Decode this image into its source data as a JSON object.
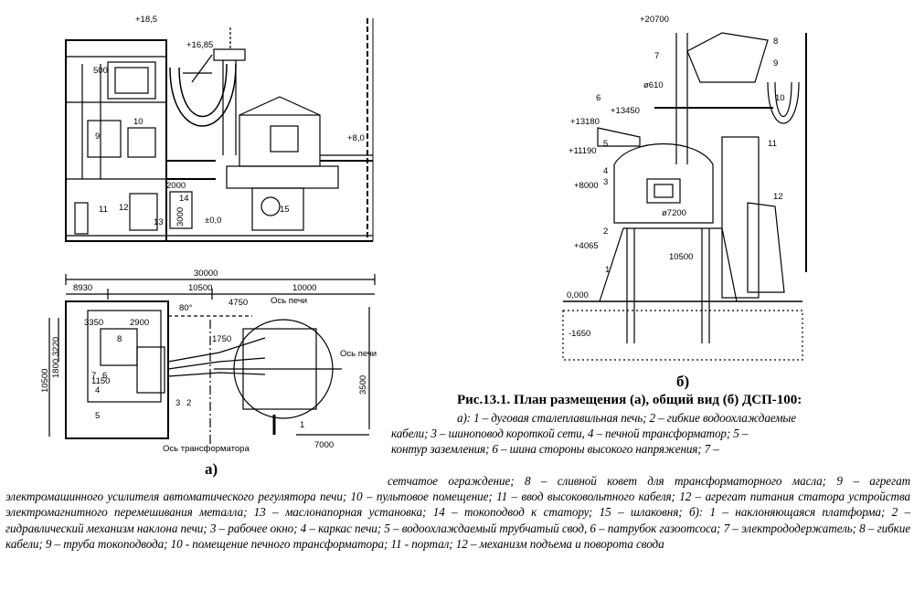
{
  "figure": {
    "panel_a_label": "а)",
    "panel_b_label": "б)",
    "title": "Рис.13.1. План размещения (а), общий вид (б) ДСП-100:",
    "caption_lines": [
      "а): 1 – дуговая сталеплавильная печь; 2 – гибкие водоохлаждаемые",
      "кабели; 3 – шиноповод короткой сети, 4 – печной трансформатор; 5 –",
      "контур заземления; 6 – шина стороны высокого напряжения; 7 –"
    ],
    "caption_rest": "сетчатое ограждение; 8 – сливной ковет для трансформаторного масла; 9 – агрегат электромашинного усилителя автоматического регулятора печи; 10 – пультовое помещение; 11 – ввод высоковольтного кабеля; 12 – агрегат питания статора устройства электромагнитного перемешивания металла; 13 – маслонапорная установка; 14 – токоподвод к статору; 15 – шлаковня; б): 1 – наклоняющаяся платформа; 2 – гидравлический механизм наклона печи; 3 – рабочее окно; 4 – каркас печи; 5 – водоохлаждаемый трубчатый свод, 6 – патрубок газоотсоса; 7 – электрододержатель; 8 – гибкие кабели; 9 – труба токоподвода; 10 - помещение печного трансформатора; 11 - портал; 12 – механизм подъема и поворота свода"
  },
  "elevation_a": {
    "marks": [
      "+18,5",
      "+16,85",
      "+8,0",
      "±0,0"
    ],
    "dims": [
      "2000",
      "3000",
      "500"
    ],
    "numbers": [
      "9",
      "10",
      "11",
      "12",
      "13",
      "14",
      "15"
    ]
  },
  "plan_a": {
    "dims_top": [
      "30000",
      "8930",
      "10500",
      "10000",
      "4750",
      "2900",
      "3350",
      "1750",
      "80°",
      "1150"
    ],
    "dims_left": [
      "3220",
      "1800",
      "10500"
    ],
    "dims_right": [
      "3500",
      "7000"
    ],
    "axis_furnace": "Ось печи",
    "axis_furnace2": "Ось печи",
    "axis_transformer": "Ось трансформатора",
    "numbers": [
      "1",
      "2",
      "3",
      "4",
      "5",
      "6",
      "7",
      "8"
    ]
  },
  "section_b": {
    "marks": [
      "+20700",
      "+13180",
      "+13450",
      "+11190",
      "+8000",
      "+4065",
      "0,000",
      "-1650"
    ],
    "dims": [
      "ø610",
      "ø7200",
      "10500"
    ],
    "numbers": [
      "1",
      "2",
      "3",
      "4",
      "5",
      "6",
      "7",
      "8",
      "9",
      "10",
      "11",
      "12"
    ]
  }
}
